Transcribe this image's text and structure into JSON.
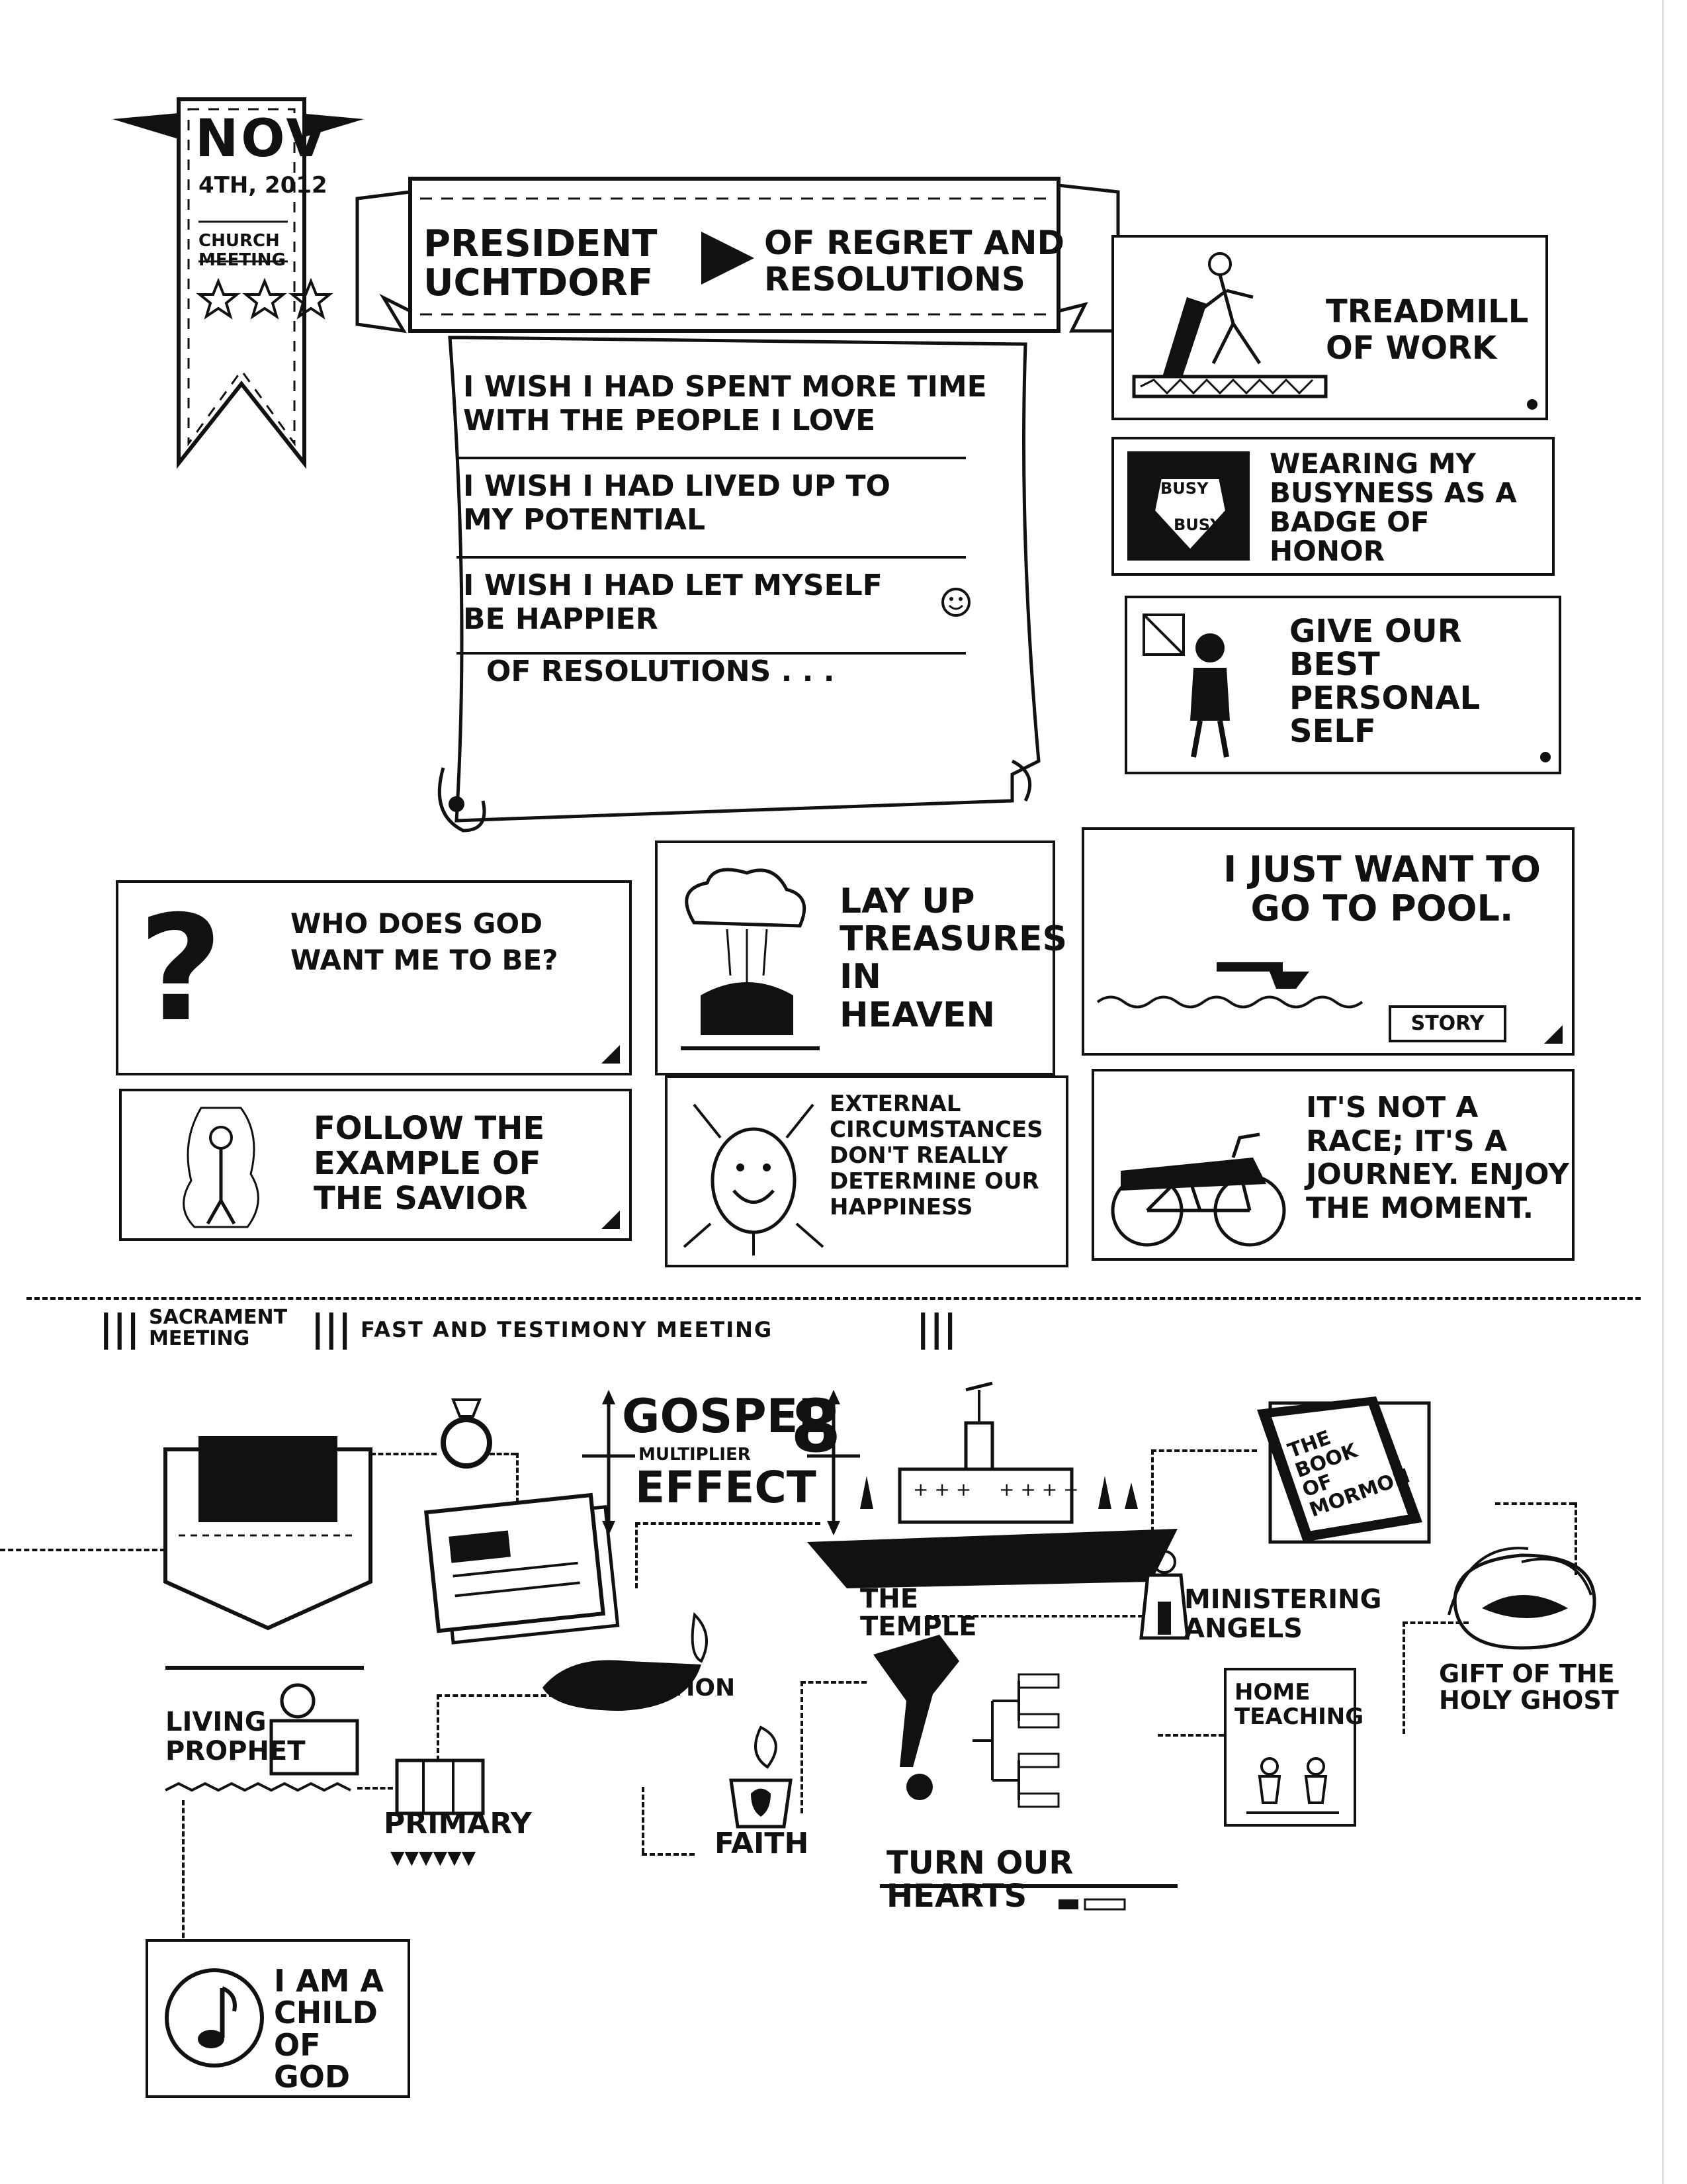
{
  "date_banner": {
    "month": "NOV",
    "day_year": "4TH, 2012",
    "event": "CHURCH MEETING"
  },
  "title_banner": {
    "speaker": "PRESIDENT UCHTDORF",
    "topic": "OF REGRET AND RESOLUTIONS"
  },
  "scroll": {
    "regrets": [
      "I WISH I HAD SPENT MORE TIME WITH THE PEOPLE I LOVE",
      "I WISH I HAD LIVED UP TO MY POTENTIAL",
      "I WISH I HAD LET MYSELF BE HAPPIER"
    ],
    "resolutions": "OF RESOLUTIONS . . ."
  },
  "side_panels": {
    "treadmill": "TREADMILL OF WORK",
    "busy_tags": [
      "BUSY",
      "BUSY"
    ],
    "busyness": "WEARING MY BUSYNESS AS A BADGE OF HONOR",
    "best_self": "GIVE OUR BEST PERSONAL SELF"
  },
  "grid_panels": {
    "question": "WHO DOES GOD WANT ME TO BE?",
    "treasures": "LAY UP TREASURES IN HEAVEN",
    "pool": "I JUST WANT TO GO TO POOL.",
    "story_button": "STORY",
    "savior": "FOLLOW THE EXAMPLE OF THE SAVIOR",
    "circumstances": "EXTERNAL CIRCUMSTANCES DON'T REALLY DETERMINE OUR HAPPINESS",
    "journey": "IT'S NOT A RACE; IT'S A JOURNEY. ENJOY THE MOMENT."
  },
  "meeting_header": {
    "sacrament": "SACRAMENT MEETING",
    "fast": "FAST AND TESTIMONY MEETING"
  },
  "multiplier": {
    "gospel": "GOSPEL",
    "multiplier": "MULTIPLIER",
    "effect": "EFFECT",
    "eight": "8"
  },
  "nodes": {
    "temple": "THE TEMPLE",
    "angels": "MINISTERING ANGELS",
    "book": "THE BOOK OF MORMON",
    "holy_ghost": "GIFT OF THE HOLY GHOST",
    "prophet": "LIVING PROPHET",
    "preparation": "PREPARATION",
    "primary": "PRIMARY",
    "faith": "FAITH",
    "hearts": "TURN OUR HEARTS",
    "home_teaching": "HOME TEACHING",
    "child_of_god": "I AM A CHILD OF GOD"
  },
  "colors": {
    "ink": "#111111",
    "paper": "#ffffff"
  }
}
